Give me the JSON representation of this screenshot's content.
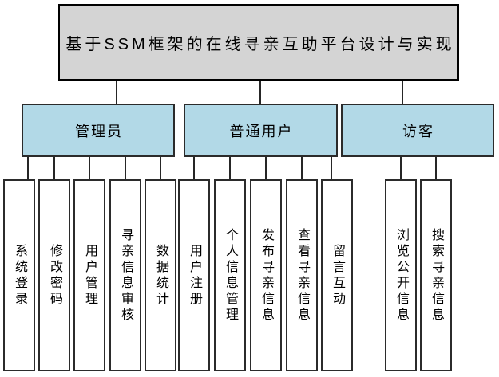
{
  "diagram": {
    "title": "基于SSM框架的在线寻亲互助平台设计与实现",
    "groups": [
      {
        "label": "管理员",
        "children": [
          "系统登录",
          "修改密码",
          "用户管理",
          "寻亲信息审核",
          "数据统计"
        ]
      },
      {
        "label": "普通用户",
        "children": [
          "用户注册",
          "个人信息管理",
          "发布寻亲信息",
          "查看寻亲信息",
          "留言互动"
        ]
      },
      {
        "label": "访客",
        "children": [
          "浏览公开信息",
          "搜索寻亲信息"
        ]
      }
    ],
    "colors": {
      "page_bg": "#ffffff",
      "title_fill": "#d4d4d4",
      "title_border": "#000000",
      "group_fill": "#b2d9e7",
      "group_border": "#2b2b2b",
      "leaf_fill": "#ffffff",
      "leaf_border": "#2b2b2b",
      "connector": "#262626",
      "text": "#1a1a1a"
    }
  }
}
